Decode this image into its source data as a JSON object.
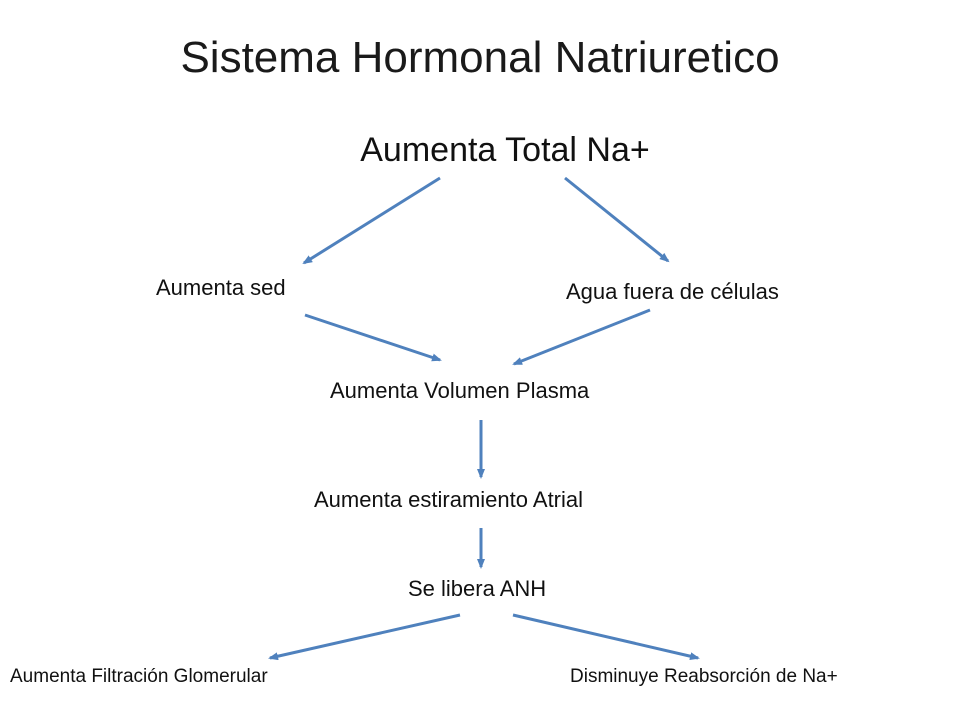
{
  "title": "Sistema Hormonal Natriuretico",
  "colors": {
    "arrow": "#4f81bd",
    "text": "#111111"
  },
  "nodes": {
    "top": "Aumenta Total Na+",
    "sed": "Aumenta sed",
    "agua": "Agua fuera de células",
    "volumen": "Aumenta Volumen Plasma",
    "estiramiento": "Aumenta estiramiento Atrial",
    "anh": "Se libera ANH",
    "filtracion": "Aumenta Filtración Glomerular",
    "reabsorcion": "Disminuye Reabsorción de Na+"
  },
  "edges": [
    {
      "from": "top",
      "to": "sed"
    },
    {
      "from": "top",
      "to": "agua"
    },
    {
      "from": "sed",
      "to": "volumen"
    },
    {
      "from": "agua",
      "to": "volumen"
    },
    {
      "from": "volumen",
      "to": "estiramiento"
    },
    {
      "from": "estiramiento",
      "to": "anh"
    },
    {
      "from": "anh",
      "to": "filtracion"
    },
    {
      "from": "anh",
      "to": "reabsorcion"
    }
  ]
}
